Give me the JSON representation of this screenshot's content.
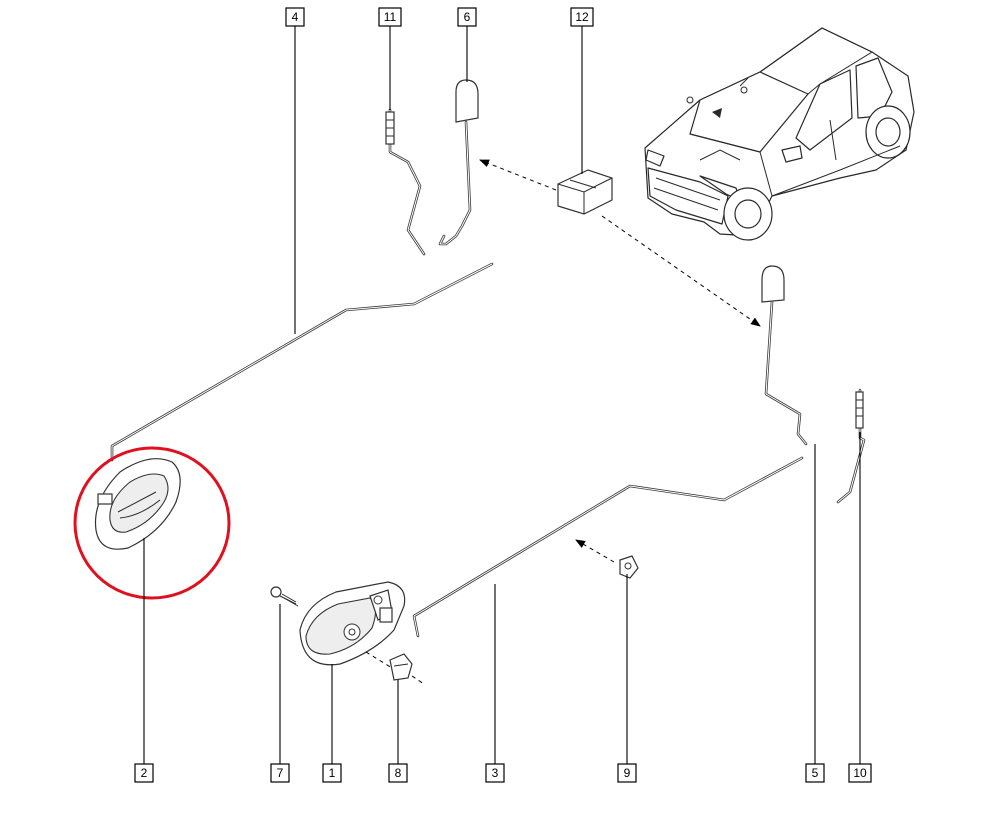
{
  "diagram": {
    "callouts": [
      {
        "id": "c1",
        "label": "1"
      },
      {
        "id": "c2",
        "label": "2"
      },
      {
        "id": "c3",
        "label": "3"
      },
      {
        "id": "c4",
        "label": "4"
      },
      {
        "id": "c5",
        "label": "5"
      },
      {
        "id": "c6",
        "label": "6"
      },
      {
        "id": "c7",
        "label": "7"
      },
      {
        "id": "c8",
        "label": "8"
      },
      {
        "id": "c9",
        "label": "9"
      },
      {
        "id": "c10",
        "label": "10"
      },
      {
        "id": "c11",
        "label": "11"
      },
      {
        "id": "c12",
        "label": "12"
      }
    ],
    "highlight_color": "#e0101e",
    "line_color": "#000000"
  }
}
